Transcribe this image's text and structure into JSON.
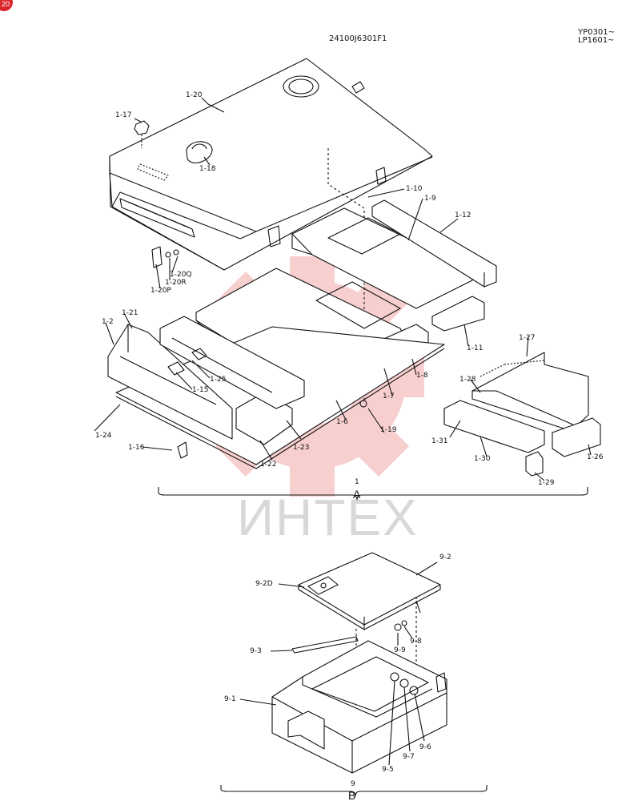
{
  "page_number": "20",
  "doc_code": "24100J6301F1",
  "serial_lines": [
    "YP0301~",
    "LP1601~"
  ],
  "watermark_text": "ИНТЕХ",
  "colors": {
    "watermark_red": "#f2a9a9",
    "line": "#111111",
    "badge": "#d9262c"
  },
  "group_a": {
    "number": "1",
    "letter": "A"
  },
  "group_b": {
    "number": "9",
    "letter": "B"
  },
  "labels": {
    "l1_20": "1-20",
    "l1_17": "1-17",
    "l1_18": "1-18",
    "l1_10": "1-10",
    "l1_9": "1-9",
    "l1_12": "1-12",
    "l1_20q": "1-20Q",
    "l1_20r": "1-20R",
    "l1_20p": "1-20P",
    "l1_21": "1-21",
    "l1_2": "1-2",
    "l1_25": "1-25",
    "l1_15": "1-15",
    "l1_11": "1-11",
    "l1_8": "1-8",
    "l1_7": "1-7",
    "l1_27": "1-27",
    "l1_28": "1-28",
    "l1_6": "1-6",
    "l1_19": "1-19",
    "l1_23": "1-23",
    "l1_24": "1-24",
    "l1_16": "1-16",
    "l1_22": "1-22",
    "l1_31": "1-31",
    "l1_30": "1-30",
    "l1_26": "1-26",
    "l1_29": "1-29",
    "l9_2": "9-2",
    "l9_2d": "9-2D",
    "l9_8": "9-8",
    "l9_9": "9-9",
    "l9_3": "9-3",
    "l9_1": "9-1",
    "l9_6": "9-6",
    "l9_7": "9-7",
    "l9_5": "9-5"
  }
}
